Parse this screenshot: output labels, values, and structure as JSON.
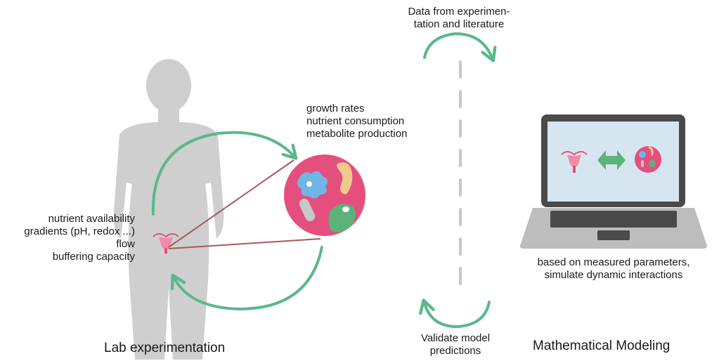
{
  "left": {
    "caption": "Lab experimentation",
    "body_conditions": [
      "nutrient availability",
      "gradients (pH, redox ...)",
      "flow",
      "buffering capacity"
    ],
    "microbe_measures": [
      "growth rates",
      "nutrient consumption",
      "metabolite production"
    ]
  },
  "center": {
    "top_label": [
      "Data from experimen-",
      "tation and literature"
    ],
    "bottom_label": [
      "Validate model",
      "predictions"
    ]
  },
  "right": {
    "caption": "Mathematical Modeling",
    "description": [
      "based on measured parameters,",
      "simulate dynamic interactions"
    ]
  },
  "colors": {
    "arrow_green": "#5bb88a",
    "silhouette_gray": "#cfcfcf",
    "circle_pink": "#e54f7d",
    "connector_red": "#a85a5a",
    "screen_blue": "#d6e6f0",
    "laptop_dark": "#4a4a4a",
    "laptop_silver": "#bdbdbd"
  }
}
